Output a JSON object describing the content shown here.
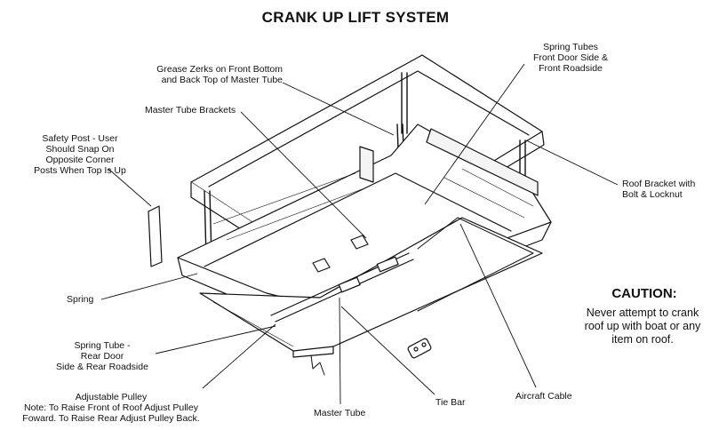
{
  "title": "CRANK UP LIFT SYSTEM",
  "labels": {
    "grease_zerks": [
      "Grease Zerks on Front Bottom",
      "and Back Top of Master Tube"
    ],
    "spring_tubes_front": [
      "Spring Tubes",
      "Front Door Side &",
      "Front Roadside"
    ],
    "master_tube_brackets": [
      "Master Tube Brackets"
    ],
    "safety_post": [
      "Safety Post - User",
      "Should Snap On",
      "Opposite Corner",
      "Posts When Top Is Up"
    ],
    "roof_bracket": [
      "Roof Bracket with",
      "Bolt & Locknut"
    ],
    "spring": [
      "Spring"
    ],
    "spring_tube_rear": [
      "Spring Tube -",
      "Rear Door",
      "Side & Rear Roadside"
    ],
    "adjustable_pulley": [
      "Adjustable Pulley",
      "Note: To Raise Front of Roof Adjust Pulley",
      "Foward. To Raise Rear Adjust Pulley Back."
    ],
    "master_tube": [
      "Master Tube"
    ],
    "tie_bar": [
      "Tie Bar"
    ],
    "aircraft_cable": [
      "Aircraft Cable"
    ]
  },
  "caution": {
    "title": "CAUTION:",
    "lines": [
      "Never attempt to crank",
      "roof up with boat or any",
      "item on roof."
    ]
  }
}
